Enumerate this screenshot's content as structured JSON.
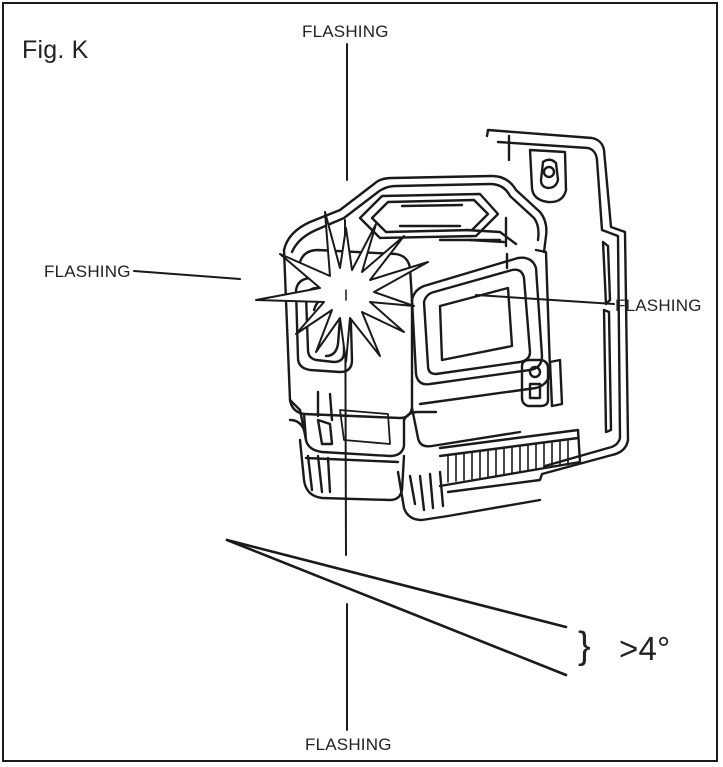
{
  "figure": {
    "title": "Fig. K",
    "labels": {
      "top": "FLASHING",
      "left": "FLASHING",
      "right": "FLASHING",
      "bottom": "FLASHING"
    },
    "brace": "}",
    "angle": ">4°"
  },
  "colors": {
    "line": "#1a1a1a",
    "background": "#ffffff"
  }
}
